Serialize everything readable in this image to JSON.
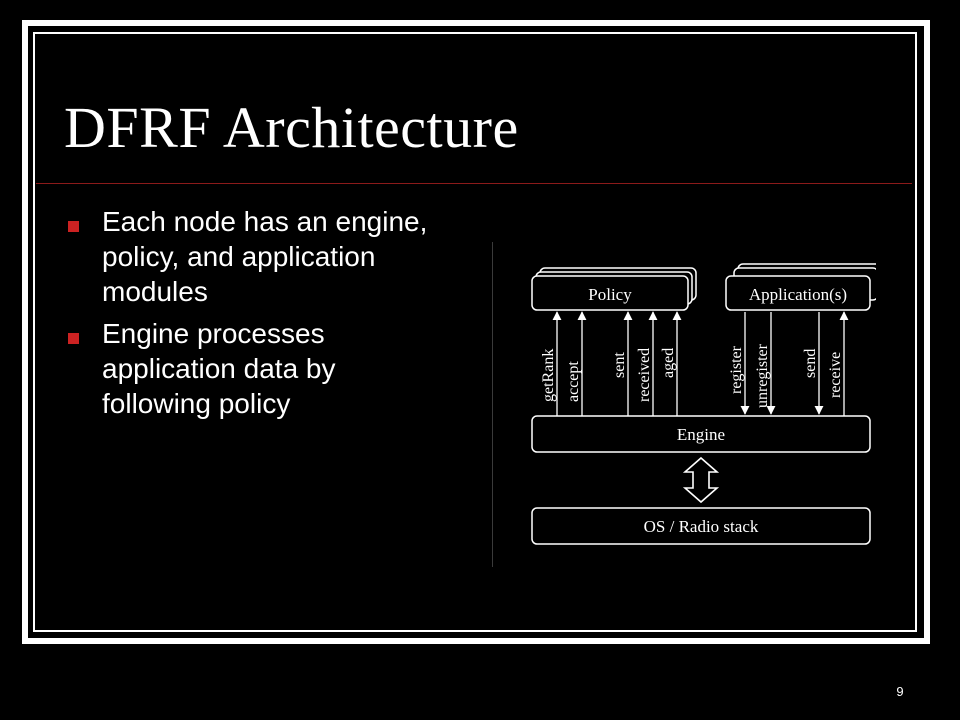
{
  "slide": {
    "title": "DFRF Architecture",
    "bullets": [
      "Each node has an engine, policy, and application modules",
      "Engine processes application data by following policy"
    ],
    "page_number": "9"
  },
  "diagram": {
    "policy_label": "Policy",
    "application_label": "Application(s)",
    "engine_label": "Engine",
    "os_label": "OS / Radio stack",
    "arrows": {
      "getRank": "getRank",
      "accept": "accept",
      "sent": "sent",
      "received": "received",
      "aged": "aged",
      "register": "register",
      "unregister": "unregister",
      "send": "send",
      "receive": "receive"
    }
  },
  "colors": {
    "background": "#000000",
    "text": "#ffffff",
    "bullet": "#cc2222",
    "title_rule": "#8b1a1a"
  }
}
